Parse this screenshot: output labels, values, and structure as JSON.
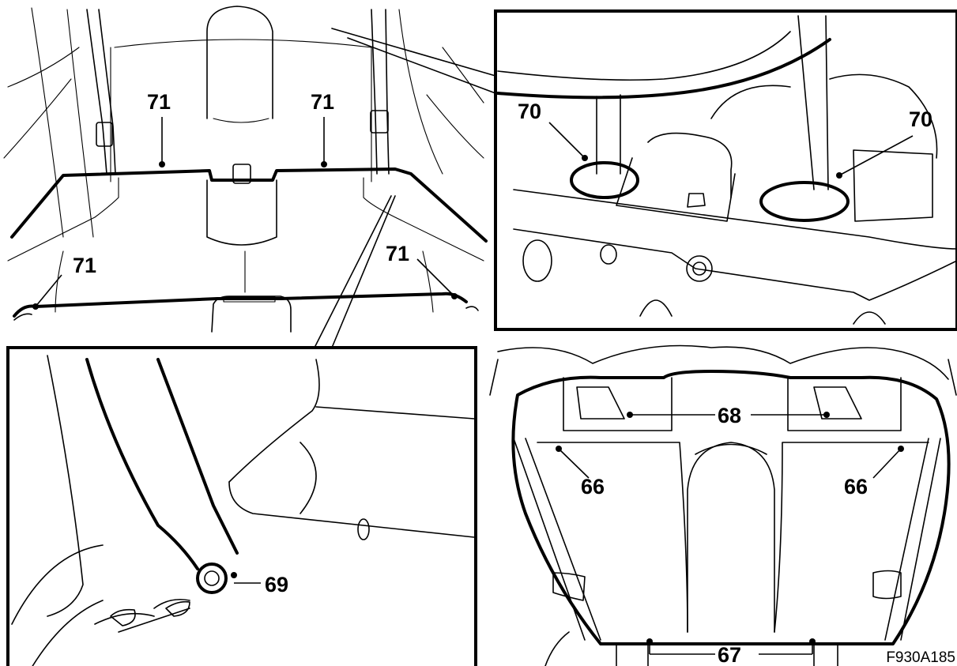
{
  "figure_id": "F930A185",
  "callouts": {
    "c71_upper_left": "71",
    "c71_upper_right": "71",
    "c71_lower_left": "71",
    "c71_lower_right": "71",
    "c70_left": "70",
    "c70_right": "70",
    "c69": "69",
    "c68": "68",
    "c66_left": "66",
    "c66_right": "66",
    "c67": "67"
  }
}
